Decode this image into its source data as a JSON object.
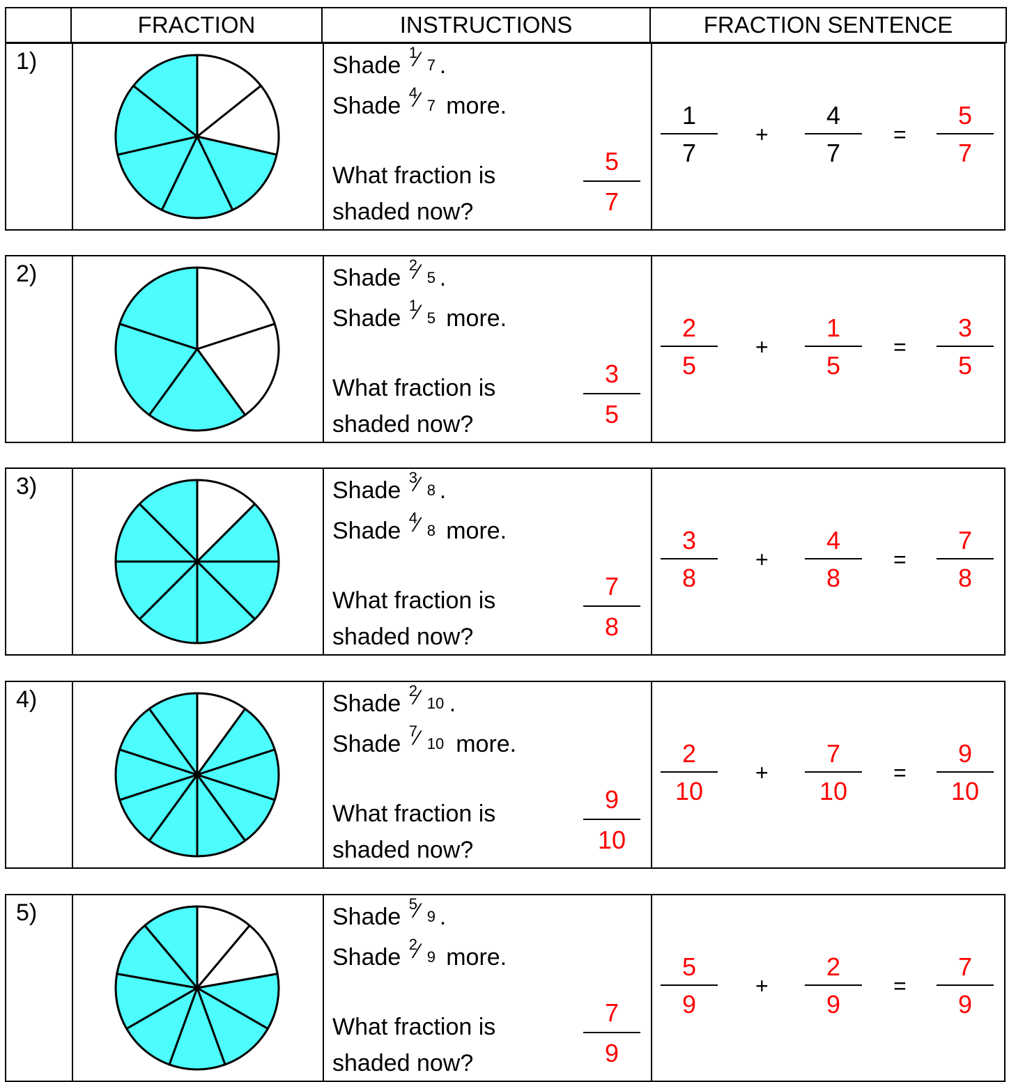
{
  "header": {
    "blank": "",
    "fraction": "FRACTION",
    "instructions": "INSTRUCTIONS",
    "sentence": "FRACTION SENTENCE"
  },
  "colors": {
    "shade": "#4dfcfc",
    "answer": "#ff0000",
    "ink": "#000000"
  },
  "problems": [
    {
      "label": "1)",
      "slices": 7,
      "shaded_slices": 5,
      "shade": {
        "prefix": "Shade ",
        "num": "1",
        "den": "7",
        "suffix": "."
      },
      "more": {
        "prefix": "Shade ",
        "num": "4",
        "den": "7",
        "suffix": " more."
      },
      "question_1": "What fraction is",
      "question_2": "shaded now?",
      "answer": {
        "num": "5",
        "den": "7"
      },
      "sentence": {
        "a": {
          "num": "1",
          "den": "7"
        },
        "b": {
          "num": "4",
          "den": "7"
        },
        "c": {
          "num": "5",
          "den": "7"
        },
        "plus": "+",
        "equals": "="
      }
    },
    {
      "label": "2)",
      "slices": 5,
      "shaded_slices": 3,
      "shade": {
        "prefix": "Shade ",
        "num": "2",
        "den": "5",
        "suffix": "."
      },
      "more": {
        "prefix": "Shade ",
        "num": "1",
        "den": "5",
        "suffix": " more."
      },
      "question_1": "What fraction is",
      "question_2": "shaded now?",
      "answer": {
        "num": "3",
        "den": "5"
      },
      "sentence": {
        "a": {
          "num": "2",
          "den": "5"
        },
        "b": {
          "num": "1",
          "den": "5"
        },
        "c": {
          "num": "3",
          "den": "5"
        },
        "plus": "+",
        "equals": "="
      }
    },
    {
      "label": "3)",
      "slices": 8,
      "shaded_slices": 7,
      "shade": {
        "prefix": "Shade ",
        "num": "3",
        "den": "8",
        "suffix": "."
      },
      "more": {
        "prefix": "Shade ",
        "num": "4",
        "den": "8",
        "suffix": " more."
      },
      "question_1": "What fraction is",
      "question_2": "shaded now?",
      "answer": {
        "num": "7",
        "den": "8"
      },
      "sentence": {
        "a": {
          "num": "3",
          "den": "8"
        },
        "b": {
          "num": "4",
          "den": "8"
        },
        "c": {
          "num": "7",
          "den": "8"
        },
        "plus": "+",
        "equals": "="
      }
    },
    {
      "label": "4)",
      "slices": 10,
      "shaded_slices": 9,
      "shade": {
        "prefix": "Shade ",
        "num": "2",
        "den": "10",
        "suffix": "."
      },
      "more": {
        "prefix": "Shade ",
        "num": "7",
        "den": "10",
        "suffix": " more."
      },
      "question_1": "What fraction is",
      "question_2": "shaded now?",
      "answer": {
        "num": "9",
        "den": "10"
      },
      "sentence": {
        "a": {
          "num": "2",
          "den": "10"
        },
        "b": {
          "num": "7",
          "den": "10"
        },
        "c": {
          "num": "9",
          "den": "10"
        },
        "plus": "+",
        "equals": "="
      }
    },
    {
      "label": "5)",
      "slices": 9,
      "shaded_slices": 7,
      "shade": {
        "prefix": "Shade ",
        "num": "5",
        "den": "9",
        "suffix": "."
      },
      "more": {
        "prefix": "Shade ",
        "num": "2",
        "den": "9",
        "suffix": " more."
      },
      "question_1": "What fraction is",
      "question_2": "shaded now?",
      "answer": {
        "num": "7",
        "den": "9"
      },
      "sentence": {
        "a": {
          "num": "5",
          "den": "9"
        },
        "b": {
          "num": "2",
          "den": "9"
        },
        "c": {
          "num": "7",
          "den": "9"
        },
        "plus": "+",
        "equals": "="
      }
    }
  ]
}
